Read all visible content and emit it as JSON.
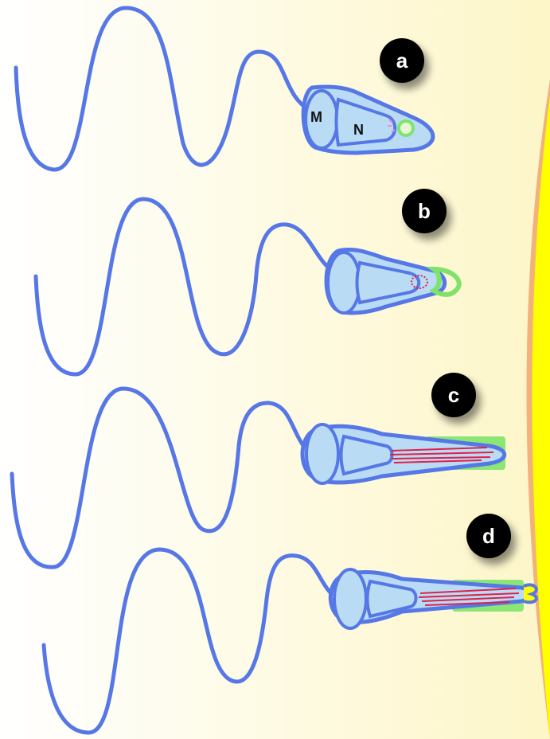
{
  "panels": [
    {
      "id": "a",
      "label": "a",
      "part_labels": {
        "mitochondria": "M",
        "nucleus": "N"
      }
    },
    {
      "id": "b",
      "label": "b"
    },
    {
      "id": "c",
      "label": "c"
    },
    {
      "id": "d",
      "label": "d"
    }
  ],
  "colors": {
    "membrane": "#5677e6",
    "cell_fill": "#b9dcf4",
    "nucleus_fill": "#b9dcf4",
    "acrosome": "#7fe36b",
    "actin": "#e0204b",
    "vesicle": "#e98ad3",
    "egg_coat": "#f2b27a",
    "egg": "#ffff00",
    "background_left": "#ffffff",
    "background_right": "#fdf6c8",
    "badge": "#000000"
  }
}
